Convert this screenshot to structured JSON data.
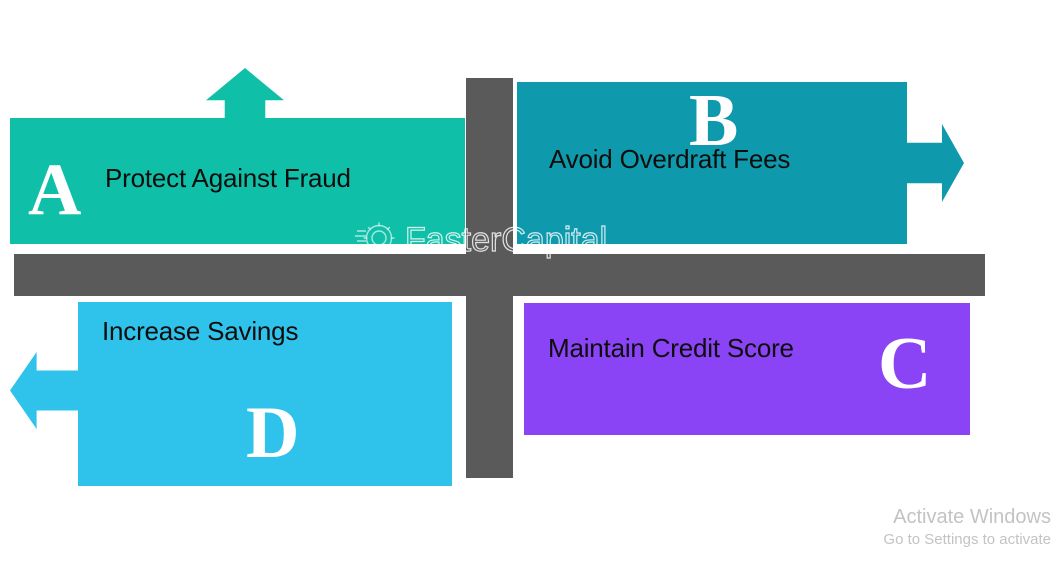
{
  "diagram": {
    "type": "four-quadrant-cross",
    "divider_color": "#5a5a5a",
    "background": "#ffffff",
    "quadrants": [
      {
        "key": "A",
        "letter": "A",
        "label": "Protect Against Fraud",
        "color": "#0fbfa8",
        "position": "top-left",
        "arrow": "up",
        "arrow_icon": "arrow-up-icon"
      },
      {
        "key": "B",
        "letter": "B",
        "label": "Avoid Overdraft Fees",
        "color": "#0e9aac",
        "position": "top-right",
        "arrow": "right",
        "arrow_icon": "arrow-right-icon"
      },
      {
        "key": "C",
        "letter": "C",
        "label": "Maintain Credit Score",
        "color": "#8a43f5",
        "position": "bottom-right",
        "arrow": "down",
        "arrow_icon": "arrow-down-icon"
      },
      {
        "key": "D",
        "letter": "D",
        "label": "Increase Savings",
        "color": "#2fc3eb",
        "position": "bottom-left",
        "arrow": "left",
        "arrow_icon": "arrow-left-icon"
      }
    ]
  },
  "watermark": {
    "text": "FasterCapital",
    "icon": "gear-icon"
  },
  "activation_notice": {
    "title": "Activate Windows",
    "subtitle": "Go to Settings to activate"
  }
}
